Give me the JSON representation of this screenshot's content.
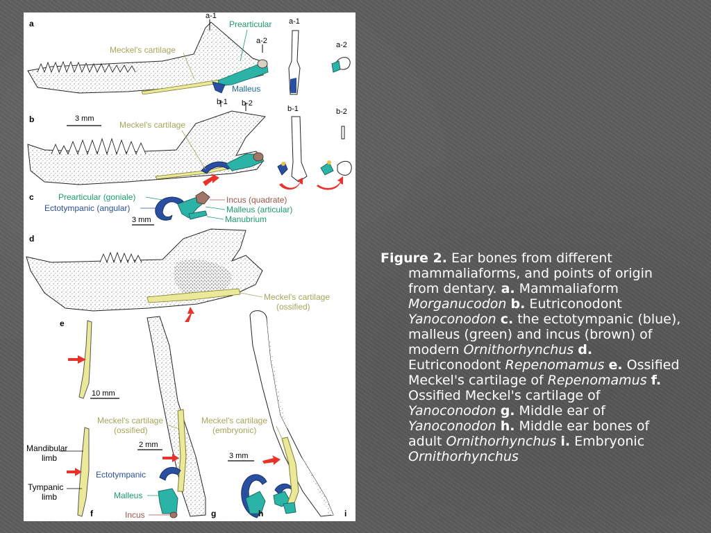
{
  "slide": {
    "background_color": "#5e5e5e",
    "figure_labels": {
      "panels": [
        "a",
        "b",
        "c",
        "d",
        "e",
        "f",
        "g",
        "h",
        "i"
      ],
      "a1": "a-1",
      "a2": "a-2",
      "b1": "b-1",
      "b2": "b-2",
      "prearticular": "Prearticular",
      "meckels_cartilage": "Meckel's cartilage",
      "malleus": "Malleus",
      "scale_3mm": "3 mm",
      "scale_10mm": "10 mm",
      "scale_2mm": "2 mm",
      "prearticular_goniale": "Prearticular (goniale)",
      "ectotympanic_angular": "Ectotympanic (angular)",
      "incus_quadrate": "Incus (quadrate)",
      "malleus_articular": "Malleus (articular)",
      "manubrium": "Manubrium",
      "meckels_ossified_d_1": "Meckel's cartilage",
      "meckels_ossified_d_2": "(ossified)",
      "mandibular_limb_1": "Mandibular",
      "mandibular_limb_2": "limb",
      "tympanic_limb_1": "Tympanic",
      "tympanic_limb_2": "limb",
      "meckels_ossified_g_1": "Meckel's cartilage",
      "meckels_ossified_g_2": "(ossified)",
      "ectotympanic": "Ectotympanic",
      "malleus_g": "Malleus",
      "incus": "Incus",
      "meckels_embryonic_1": "Meckel's cartilage",
      "meckels_embryonic_2": "(embryonic)"
    },
    "caption": {
      "lead": "Figure 2.",
      "segments": [
        {
          "style": "normal",
          "text": " Ear bones from different mammaliaforms, and points of origin from dentary. "
        },
        {
          "style": "bold",
          "text": "a."
        },
        {
          "style": "normal",
          "text": " Mammaliaform "
        },
        {
          "style": "italic",
          "text": "Morganucodon"
        },
        {
          "style": "normal",
          "text": " "
        },
        {
          "style": "bold",
          "text": "b."
        },
        {
          "style": "normal",
          "text": " Eutriconodont "
        },
        {
          "style": "italic",
          "text": "Yanoconodon"
        },
        {
          "style": "normal",
          "text": " "
        },
        {
          "style": "bold",
          "text": "c."
        },
        {
          "style": "normal",
          "text": " the ectotympanic (blue), malleus (green) and incus (brown) of modern "
        },
        {
          "style": "italic",
          "text": "Ornithorhynchus"
        },
        {
          "style": "normal",
          "text": " "
        },
        {
          "style": "bold",
          "text": "d."
        },
        {
          "style": "normal",
          "text": " Eutriconodont "
        },
        {
          "style": "italic",
          "text": "Repenomamus"
        },
        {
          "style": "normal",
          "text": " "
        },
        {
          "style": "bold",
          "text": "e."
        },
        {
          "style": "normal",
          "text": " Ossified Meckel's cartilage of "
        },
        {
          "style": "italic",
          "text": "Repenomamus"
        },
        {
          "style": "normal",
          "text": " "
        },
        {
          "style": "bold",
          "text": "f."
        },
        {
          "style": "normal",
          "text": " Ossified Meckel's cartilage of "
        },
        {
          "style": "italic",
          "text": "Yanoconodon"
        },
        {
          "style": "normal",
          "text": " "
        },
        {
          "style": "bold",
          "text": "g."
        },
        {
          "style": "normal",
          "text": " Middle ear of "
        },
        {
          "style": "italic",
          "text": "Yanoconodon"
        },
        {
          "style": "normal",
          "text": " "
        },
        {
          "style": "bold",
          "text": "h."
        },
        {
          "style": "normal",
          "text": " Middle ear bones of adult "
        },
        {
          "style": "italic",
          "text": "Ornithorhynchus"
        },
        {
          "style": "normal",
          "text": " "
        },
        {
          "style": "bold",
          "text": "i."
        },
        {
          "style": "normal",
          "text": " Embryonic "
        },
        {
          "style": "italic",
          "text": "Ornithorhynchus"
        }
      ]
    },
    "colors": {
      "malleus_green": "#2bb3a8",
      "ectotympanic_blue": "#2a4fa0",
      "incus_brown": "#a0756a",
      "meckel_yellow": "#ece89a",
      "arrow_red": "#e8322a",
      "label_green": "#1a9c6b",
      "label_olive": "#a6a65a"
    }
  }
}
